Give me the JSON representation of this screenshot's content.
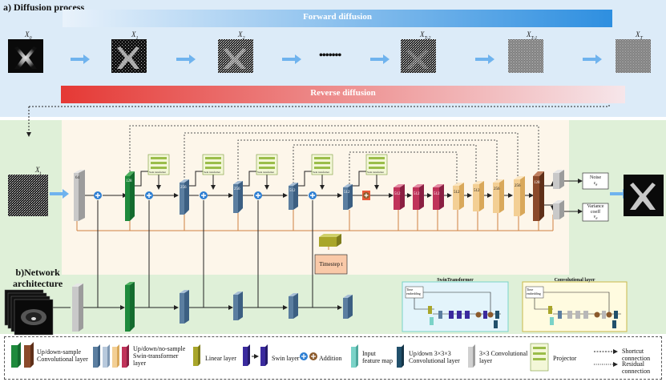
{
  "diffusion": {
    "title": "a) Diffusion process",
    "forward_label": "Forward diffusion",
    "reverse_label": "Reverse diffusion",
    "states": [
      "X",
      "X",
      "X",
      "X",
      "X",
      "X"
    ],
    "state_subs": [
      "0",
      "1",
      "2",
      "T-2",
      "T-1",
      "T"
    ],
    "ellipsis": "•••••••"
  },
  "network": {
    "title_line1": "b)Network",
    "title_line2": "architecture",
    "input_label": "X",
    "input_sub": "t",
    "encoder_channels": [
      "64",
      "128",
      "256",
      "256",
      "512",
      "512"
    ],
    "decoder_channels": [
      "512",
      "512",
      "512",
      "512",
      "512",
      "256",
      "256",
      "128"
    ],
    "noise_label_line1": "Noise",
    "noise_label_line2": "ε",
    "noise_sub": "θ",
    "variance_label_line1": "Variance",
    "variance_label_line2": "coeff",
    "variance_label_line3": "v",
    "variance_sub": "θ",
    "timestep_label": "Timestep t",
    "projector_caption": "Swin transformer",
    "swin_panel_title": "SwinTransformer",
    "conv_panel_title": "Convolutional layer",
    "time_embedding_line1": "Time",
    "time_embedding_line2": "embedding"
  },
  "legend": {
    "items": [
      {
        "label": "Up/down-sample Convolutional layer"
      },
      {
        "label": "Up/down/no-sample Swin-transformer layer"
      },
      {
        "label": "Linear layer"
      },
      {
        "label": "Swin layer"
      },
      {
        "label": "Addition"
      },
      {
        "label": "Input feature map"
      },
      {
        "label": "Up/down 3×3×3 Convolutional layer"
      },
      {
        "label": "3×3 Convolutional layer"
      },
      {
        "label": "Projector"
      },
      {
        "label": "Shortcut connection"
      },
      {
        "label": "Residual connection"
      }
    ]
  },
  "colors": {
    "green": "#1e8a3c",
    "brown": "#8b4a2b",
    "steel": "#5b7ea0",
    "peach": "#f3cf94",
    "crimson": "#c0335a",
    "olive": "#a9a62a",
    "swin_purple": "#3a2a9e",
    "addition_blue": "#2d7fd3",
    "addition_brown": "#8b5a2b",
    "teal": "#7ad3c8",
    "dark_teal": "#21506b",
    "gray": "#b8b8b8"
  }
}
